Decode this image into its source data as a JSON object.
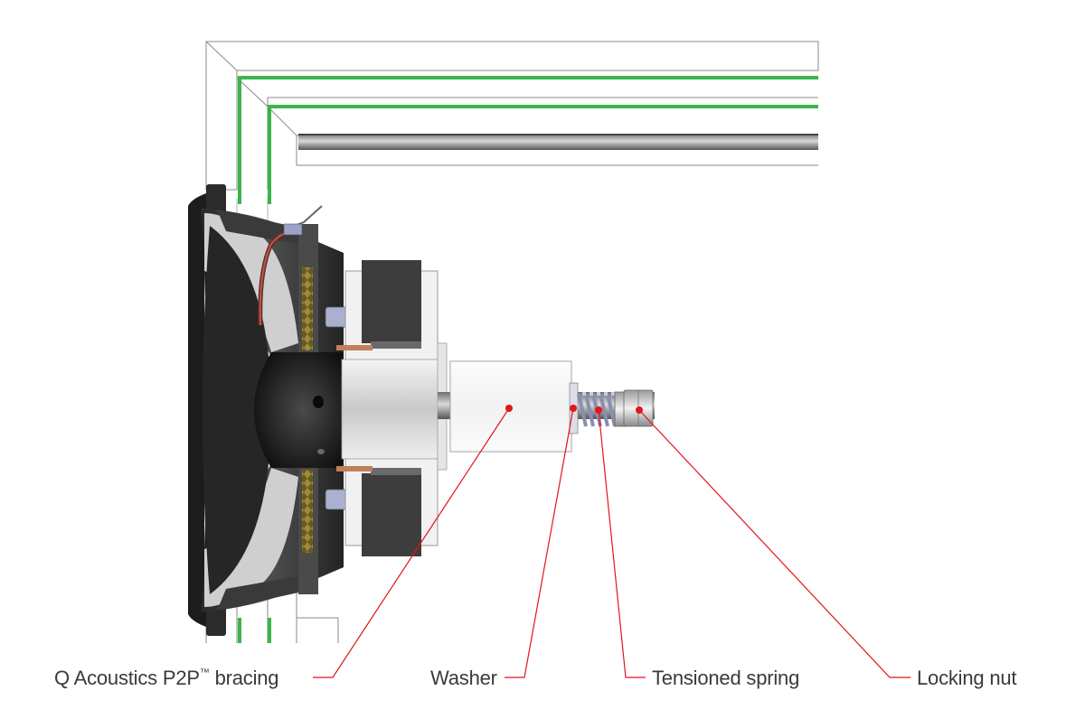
{
  "colors": {
    "callout": "#e2151b",
    "bracing_green": "#3bb44a",
    "label_text": "#3a3a3a"
  },
  "labels": {
    "bracing_prefix": "Q Acoustics P2P",
    "bracing_tm": "™",
    "bracing_suffix": " bracing",
    "washer": "Washer",
    "spring": "Tensioned spring",
    "nut": "Locking nut"
  }
}
